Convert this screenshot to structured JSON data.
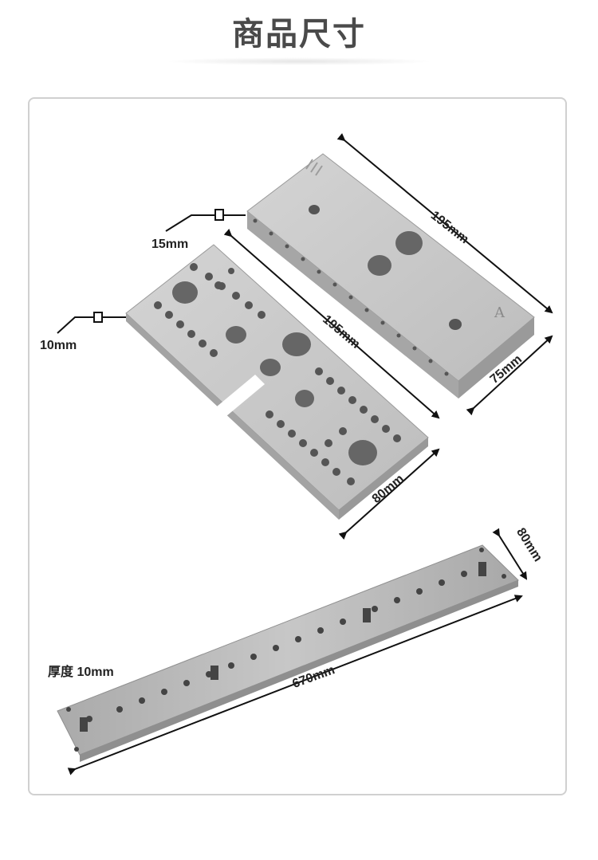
{
  "page_title": "商品尺寸",
  "dimensions": {
    "block_length": "195mm",
    "block_width": "75mm",
    "block_thickness": "15mm",
    "plate_length": "195mm",
    "plate_width": "80mm",
    "plate_thickness": "10mm",
    "rail_width": "80mm",
    "rail_length": "670mm",
    "rail_thickness": "厚度 10mm"
  },
  "markings": {
    "block_letter": "A"
  },
  "colors": {
    "metal_light": "#c9c9c9",
    "metal_mid": "#b3b3b3",
    "metal_dark": "#8f8f8f",
    "frame_border": "#d0d0d0",
    "title": "#4a4a4a"
  }
}
